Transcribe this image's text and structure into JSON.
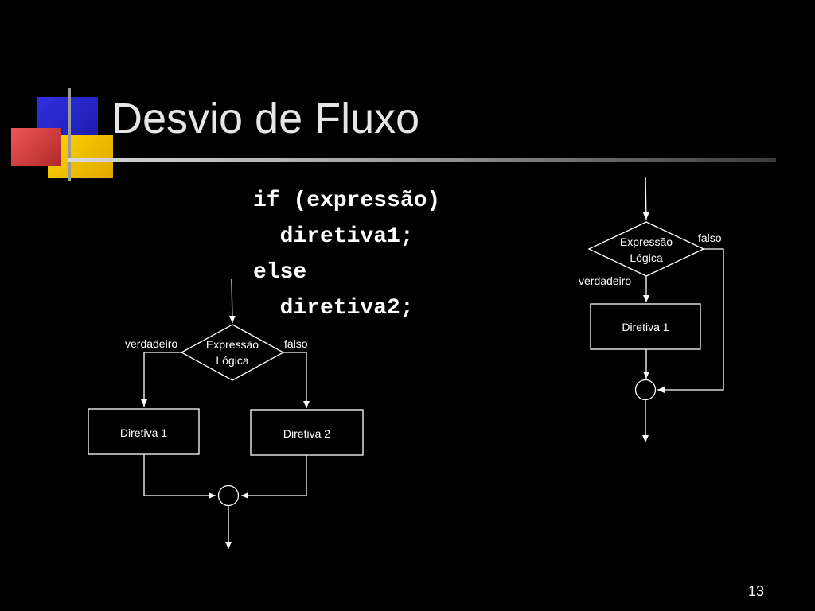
{
  "slide": {
    "title": "Desvio de Fluxo",
    "page_number": "13",
    "code_lines": [
      "if (expressão)",
      "  diretiva1;",
      "else",
      "  diretiva2;"
    ]
  },
  "diagram_if_else": {
    "condition_line1": "Expressão",
    "condition_line2": "Lógica",
    "true_label": "verdadeiro",
    "false_label": "falso",
    "box1_label": "Diretiva 1",
    "box2_label": "Diretiva 2"
  },
  "diagram_if": {
    "condition_line1": "Expressão",
    "condition_line2": "Lógica",
    "true_label": "verdadeiro",
    "false_label": "falso",
    "box1_label": "Diretiva 1"
  },
  "colors": {
    "background": "#000000",
    "title": "#e6e6e6",
    "deco_blue": "#2222cc",
    "deco_red": "#d94040",
    "deco_yellow": "#f5c400"
  }
}
